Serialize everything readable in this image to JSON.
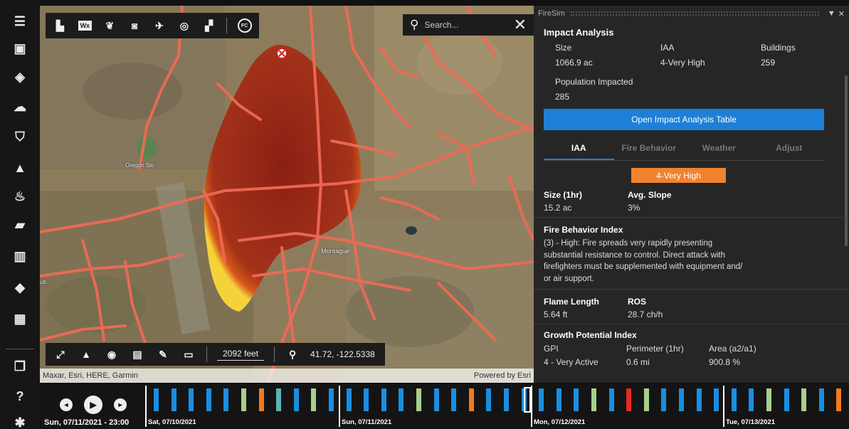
{
  "sidebar": {
    "icons": [
      "menu-icon",
      "calendar-icon",
      "directions-icon",
      "weather-icon",
      "shield-icon",
      "alert-icon",
      "fire-icon",
      "folder-icon",
      "chart-icon",
      "layers-icon",
      "grid-icon",
      "window-icon",
      "help-icon",
      "settings-icon"
    ]
  },
  "map_toolbar": {
    "icons": [
      "map-book-icon",
      "wx-icon",
      "leaf-icon",
      "camera-icon",
      "drone-icon",
      "ring-icon",
      "person-map-icon",
      "fc-icon"
    ],
    "wx_text": "Wx",
    "fc_text": "FC"
  },
  "search": {
    "placeholder": "Search...",
    "value": ""
  },
  "bottom_tools": {
    "scale": "2092 feet",
    "coords": "41.72, -122.5338"
  },
  "map_labels": {
    "road_label": "Oregon Slo",
    "town_label": "Montague",
    "side_label": "ub"
  },
  "attribution": {
    "left": "Maxar, Esri, HERE, Garmin",
    "right": "Powered by Esri"
  },
  "panel": {
    "window_title": "FireSim",
    "impact_title": "Impact Analysis",
    "impact_headers": [
      "Size",
      "IAA",
      "Buildings"
    ],
    "impact_values": [
      "1066.9 ac",
      "4-Very High",
      "259"
    ],
    "population_label": "Population Impacted",
    "population_value": "285",
    "impact_button": "Open Impact Analysis Table",
    "tabs": [
      "IAA",
      "Fire Behavior",
      "Weather",
      "Adjust"
    ],
    "iaa_badge": "4-Very High",
    "size_head": "Size (1hr)",
    "size_value": "15.2 ac",
    "slope_head": "Avg. Slope",
    "slope_value": "3%",
    "fbi_head": "Fire Behavior Index",
    "fbi_text": "(3) - High: Fire spreads very rapidly presenting substantial resistance to control. Direct attack with firefighters must be supplemented with equipment and/ or air support.",
    "flame_head": "Flame Length",
    "flame_value": "5.64 ft",
    "ros_head": "ROS",
    "ros_value": "28.7 ch/h",
    "gpi_head": "Growth Potential Index",
    "gpi_headers": [
      "GPI",
      "Perimeter (1hr)",
      "Area (a2/a1)"
    ],
    "gpi_values": [
      "4 - Very Active",
      "0.6 mi",
      "900.8 %"
    ]
  },
  "timeline": {
    "current": "Sun, 07/11/2021 - 23:00",
    "days": [
      "Sat, 07/10/2021",
      "Sun, 07/11/2021",
      "Mon, 07/12/2021",
      "Tue, 07/13/2021"
    ],
    "colors": {
      "blue": "#1b8ee0",
      "green": "#a8cf8a",
      "teal": "#5ab4b4",
      "orange": "#ef7a22",
      "red": "#e8291c"
    }
  }
}
